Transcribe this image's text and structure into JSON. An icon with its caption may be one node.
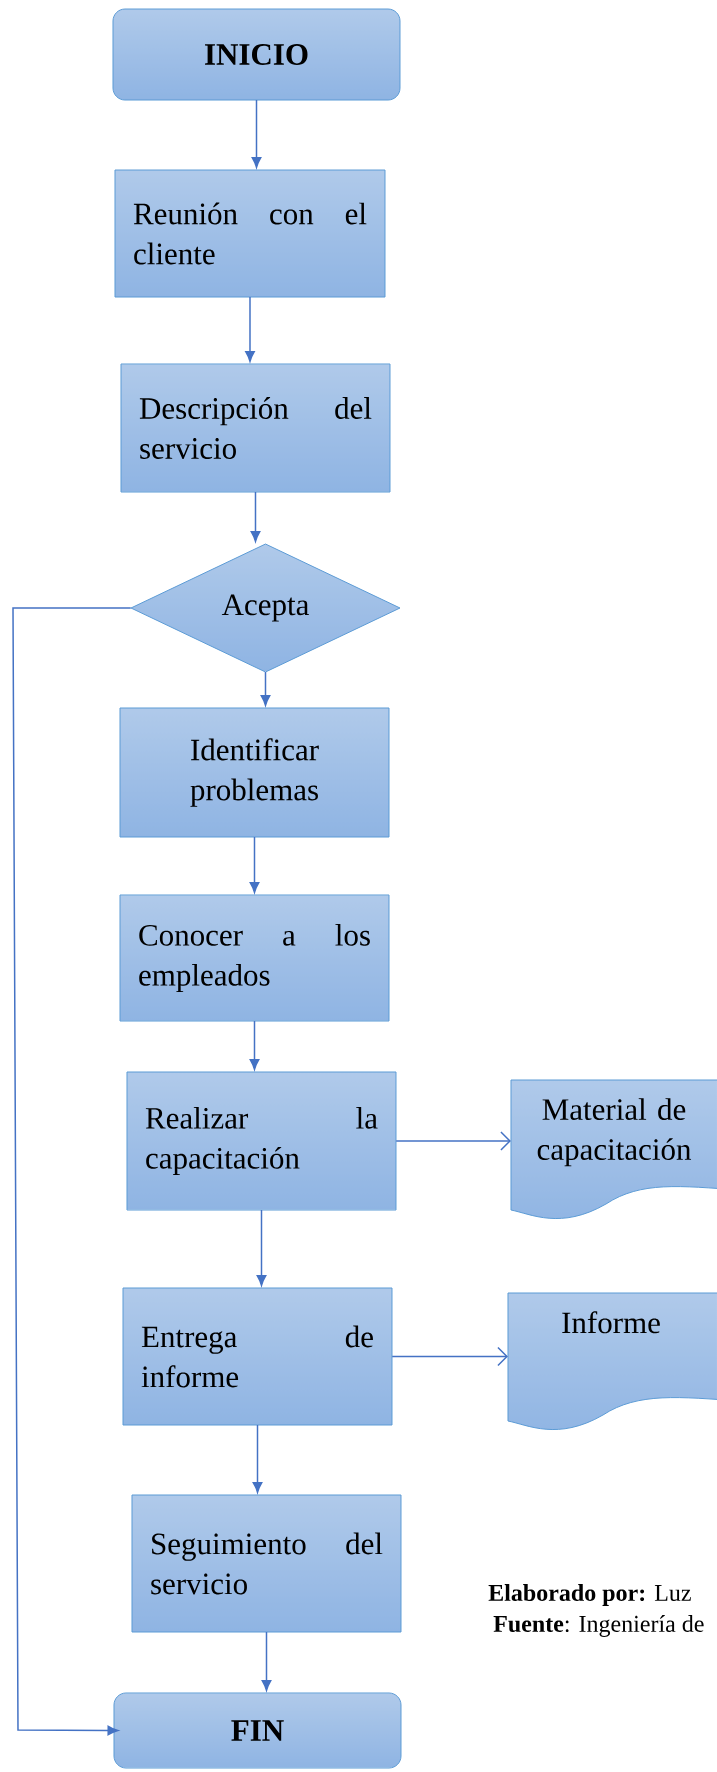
{
  "diagram": {
    "nodes": [
      {
        "text": [
          "INICIO"
        ]
      },
      {
        "text": [
          "Reunión con el cliente"
        ]
      },
      {
        "text": [
          "Descripción del servicio"
        ]
      },
      {
        "text": [
          "Acepta"
        ]
      },
      {
        "text": [
          "Identificar problemas"
        ]
      },
      {
        "text": [
          "Conocer a los empleados"
        ]
      },
      {
        "text": [
          "Realizar la capacitación"
        ]
      },
      {
        "text": [
          "Material de capacitación"
        ]
      },
      {
        "text": [
          "Entrega de informe"
        ]
      },
      {
        "text": [
          "Informe"
        ]
      },
      {
        "text": [
          "Seguimiento del servicio"
        ]
      },
      {
        "text": [
          "FIN"
        ]
      }
    ],
    "edges": [
      {
        "from": 0,
        "to": 1,
        "arrow": "to"
      },
      {
        "from": 1,
        "to": 2,
        "arrow": "to"
      },
      {
        "from": 2,
        "to": 3,
        "arrow": "to"
      },
      {
        "from": 3,
        "to": 4,
        "arrow": "to"
      },
      {
        "from": 4,
        "to": 5,
        "arrow": "to"
      },
      {
        "from": 5,
        "to": 6,
        "arrow": "to"
      },
      {
        "from": 6,
        "to": 7,
        "arrow": "to"
      },
      {
        "from": 6,
        "to": 8,
        "arrow": "to"
      },
      {
        "from": 8,
        "to": 9,
        "arrow": "to"
      },
      {
        "from": 8,
        "to": 10,
        "arrow": "to"
      },
      {
        "from": 10,
        "to": 11,
        "arrow": "to"
      },
      {
        "from": 3,
        "to": 11,
        "arrow": "to"
      }
    ],
    "labels": [
      "**Elaborado por:** Luz",
      "**Fuente**: Ingeniería de"
    ]
  }
}
